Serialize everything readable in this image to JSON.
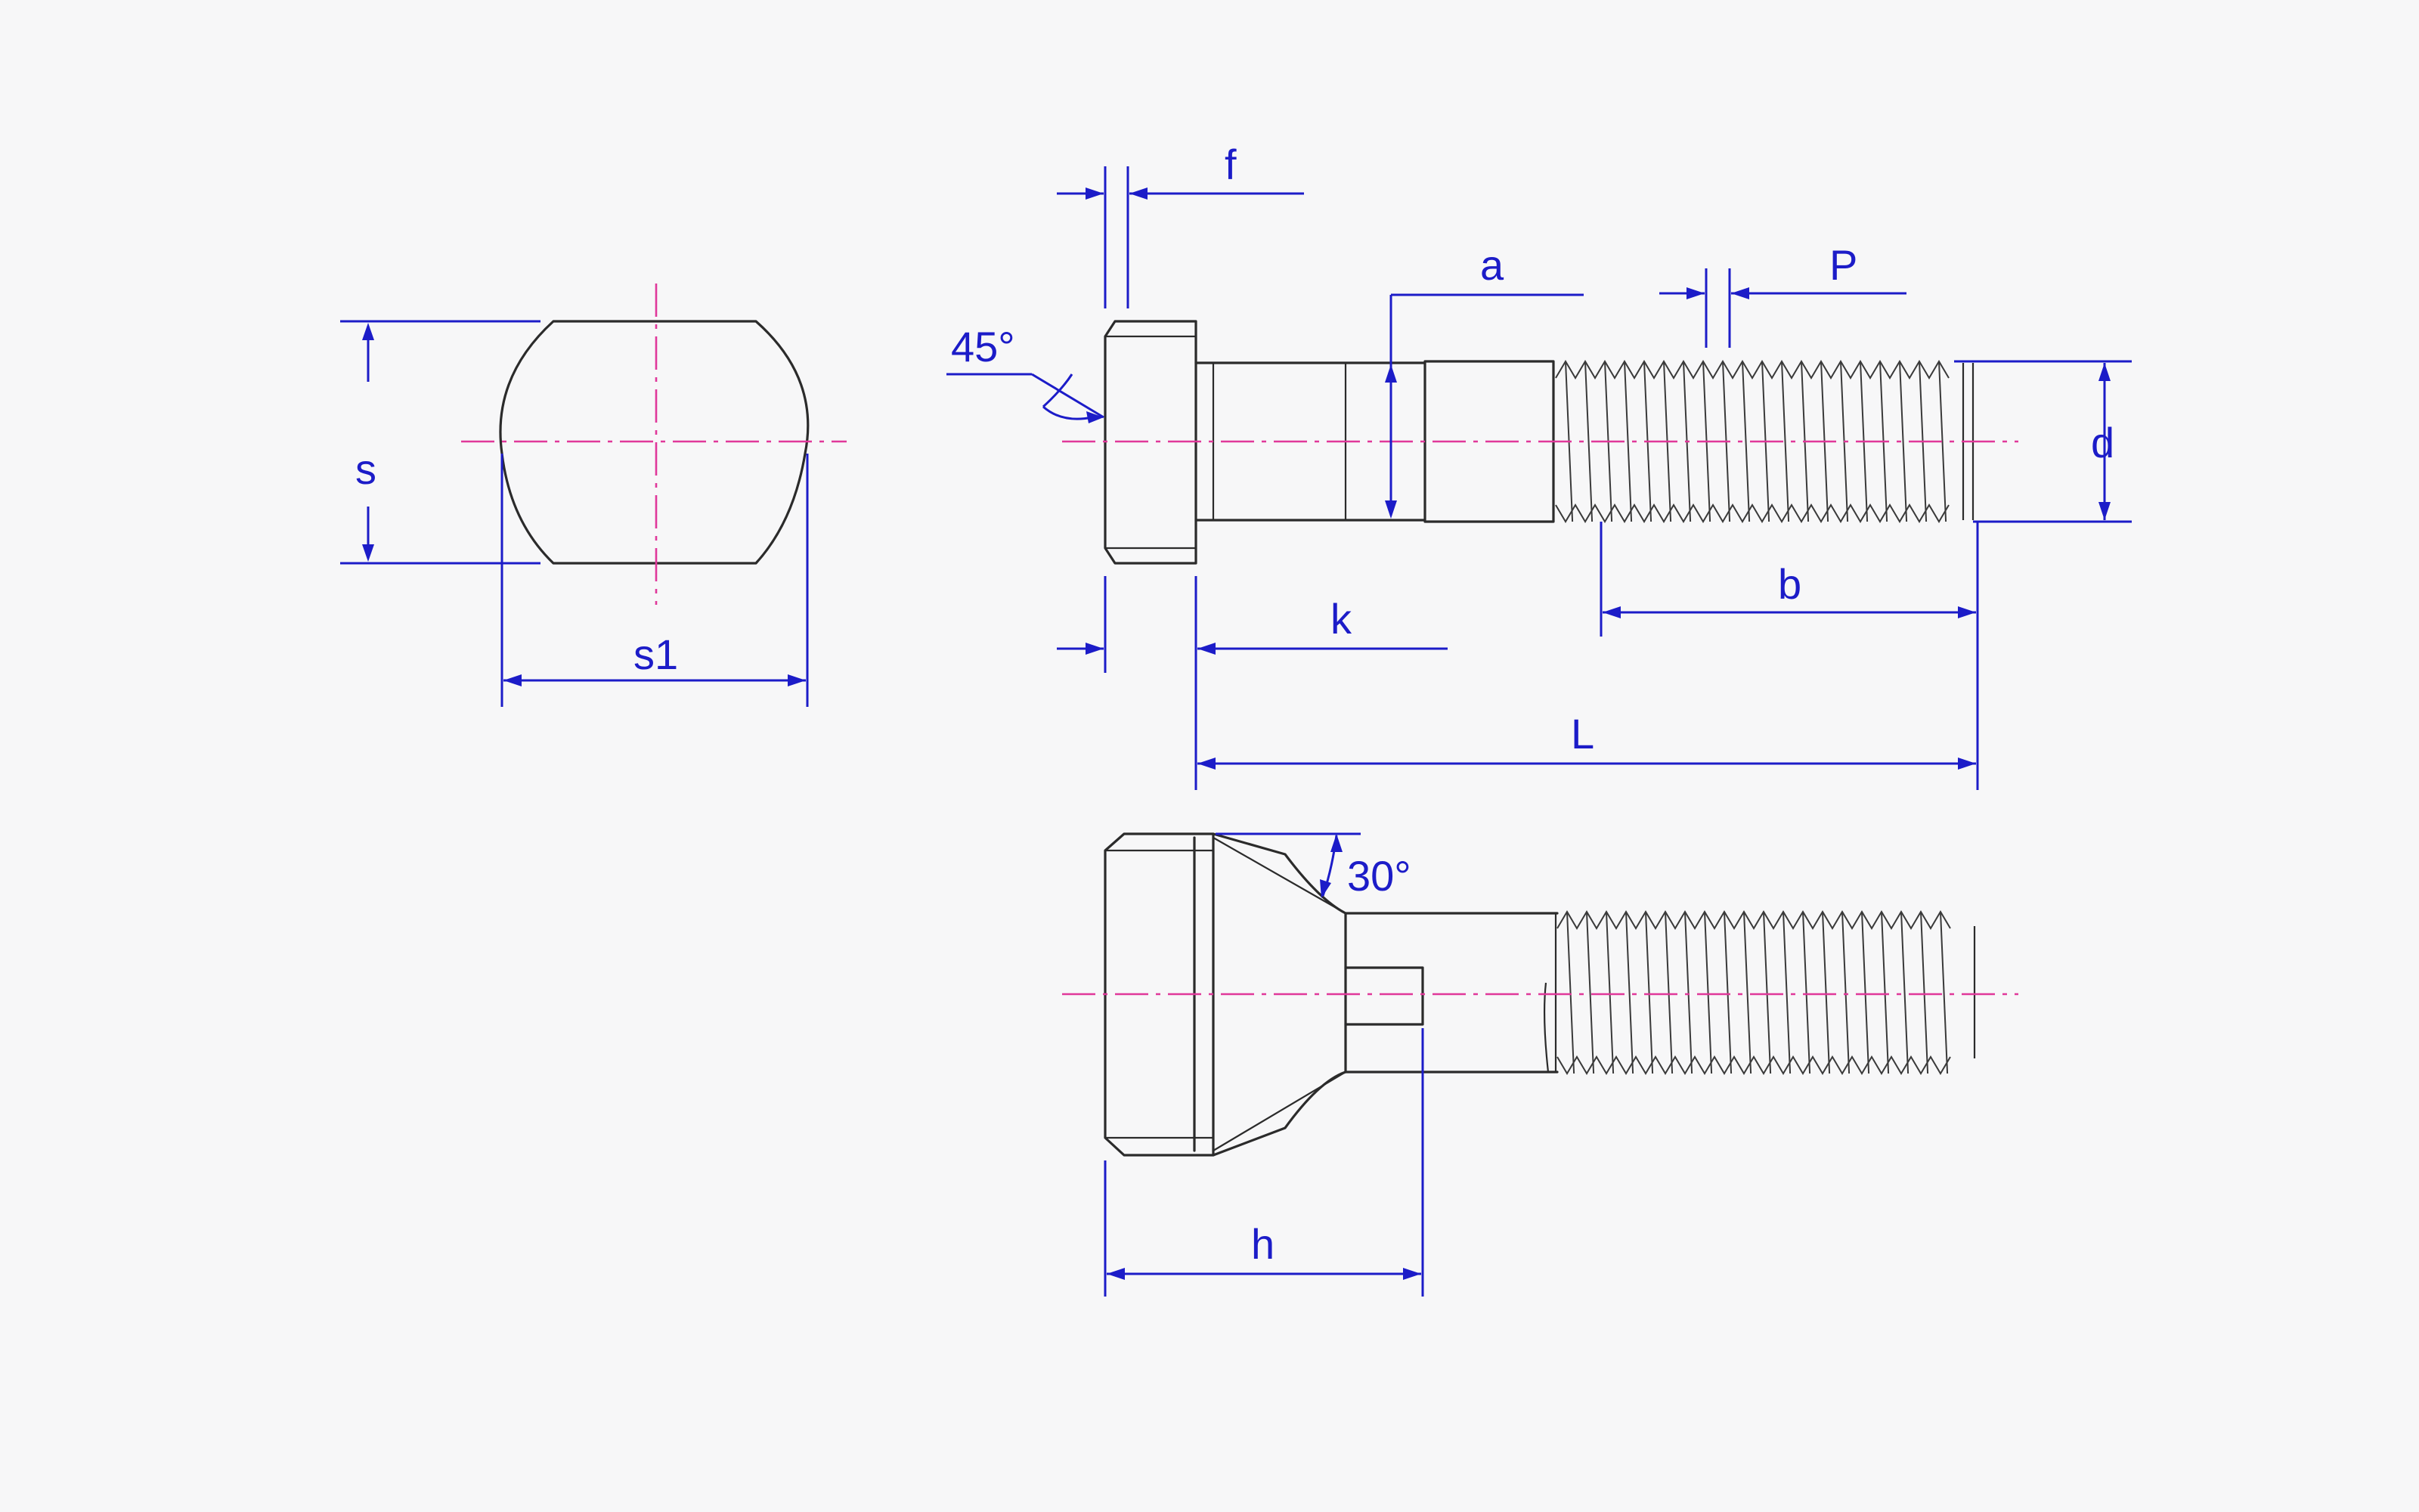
{
  "labels": {
    "s": "s",
    "s1": "s1",
    "f": "f",
    "angle_45": "45°",
    "a": "a",
    "p": "P",
    "d": "d",
    "k": "k",
    "b": "b",
    "l": "L",
    "angle_30": "30°",
    "h": "h"
  },
  "colors": {
    "outline": "#2b2b2b",
    "dimension": "#1c1cc8",
    "centerline": "#e0389a",
    "background": "#f7f7f8"
  }
}
